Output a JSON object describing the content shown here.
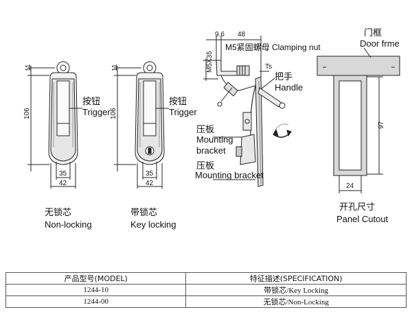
{
  "views": {
    "non_locking": {
      "dim_top": "11",
      "dim_height": "106",
      "dim_inner_width": "35",
      "dim_width": "42",
      "trigger_cn": "按钮",
      "trigger_en": "Trigger",
      "caption_cn": "无锁芯",
      "caption_en": "Non-locking"
    },
    "key_locking": {
      "dim_top": "11",
      "dim_height": "106",
      "dim_inner_width": "35",
      "dim_width": "42",
      "trigger_cn": "按钮",
      "trigger_en": "Trigger",
      "caption_cn": "带锁芯",
      "caption_en": "Key locking"
    },
    "side": {
      "dim_offset": "9.6",
      "dim_depth": "48",
      "nut_label": "M5紧固螺母 Clamping nut",
      "thread": "M5X35",
      "ts": "Ts",
      "handle_cn": "把手",
      "handle_en": "Handle",
      "bracket1_cn": "压板",
      "bracket1_en": "Mounting",
      "bracket1_en2": "bracket",
      "bracket2_cn": "压板",
      "bracket2_en": "Mounting bracket"
    },
    "cutout": {
      "door_cn": "门框",
      "door_en": "Door frme",
      "dim_height": "97",
      "dim_width": "24",
      "caption_cn": "开孔尺寸",
      "caption_en": "Panel Cutout"
    }
  },
  "table": {
    "headers": [
      "产品型号(MODEL)",
      "特征描述(SPECIFICATION)"
    ],
    "rows": [
      [
        "1244-10",
        "带锁芯/Key Locking"
      ],
      [
        "1244-00",
        "无锁芯/Non-Locking"
      ]
    ]
  }
}
